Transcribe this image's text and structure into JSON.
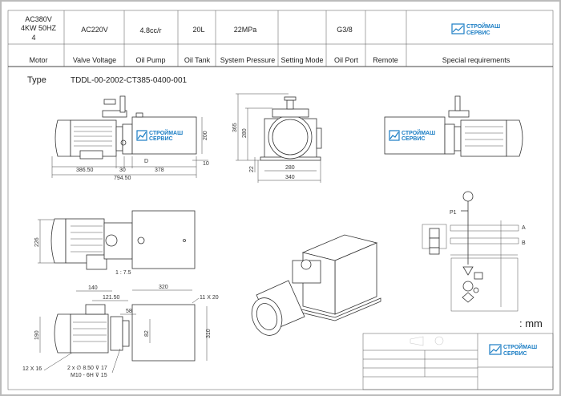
{
  "header": {
    "values": {
      "motor_line1": "AC380V",
      "motor_line2": "4KW 50HZ",
      "motor_line3": "4",
      "valve_voltage": "AC220V",
      "oil_pump": "4.8cc/r",
      "oil_tank": "20L",
      "system_pressure": "22MPa",
      "setting_mode": "",
      "oil_port": "G3/8",
      "remote": ""
    },
    "labels": {
      "motor": "Motor",
      "valve_voltage": "Valve Voltage",
      "oil_pump": "Oil Pump",
      "oil_tank": "Oil Tank",
      "system_pressure": "System Pressure",
      "setting_mode": "Setting Mode",
      "oil_port": "Oil Port",
      "remote": "Remote",
      "special": "Special requirements"
    }
  },
  "logo": {
    "line1": "СТРОЙМАШ",
    "line2": "СЕРВИС",
    "color": "#1a7dc4"
  },
  "type": {
    "label": "Type",
    "value": "TDDL-00-2002-CT385-0400-001"
  },
  "side_view": {
    "d_label": "D",
    "dims": {
      "motor_len": "386.50",
      "coupling": "30",
      "tank_len": "378",
      "total": "794.50",
      "tank_h": "200",
      "foot": "10"
    }
  },
  "front_view": {
    "dims": {
      "total_h": "365",
      "tank_h": "280",
      "base_h": "22",
      "inner_w": "280",
      "outer_w": "340"
    }
  },
  "top_view": {
    "dims": {
      "width": "226"
    },
    "scale": "1 : 7.5"
  },
  "bottom_view": {
    "dims": {
      "d140": "140",
      "d320": "320",
      "d121": "121.50",
      "d58": "58",
      "d82": "82",
      "d310": "310",
      "d190": "190",
      "slot": "11 X 20",
      "motor_slot": "12 X 16",
      "holes": "2 x ∅ 8.50 ⊽ 17",
      "thread": "M10 - 6H ⊽ 15"
    }
  },
  "schematic": {
    "p1": "P1",
    "port_a": "A",
    "port_b": "B"
  },
  "units": ": mm"
}
